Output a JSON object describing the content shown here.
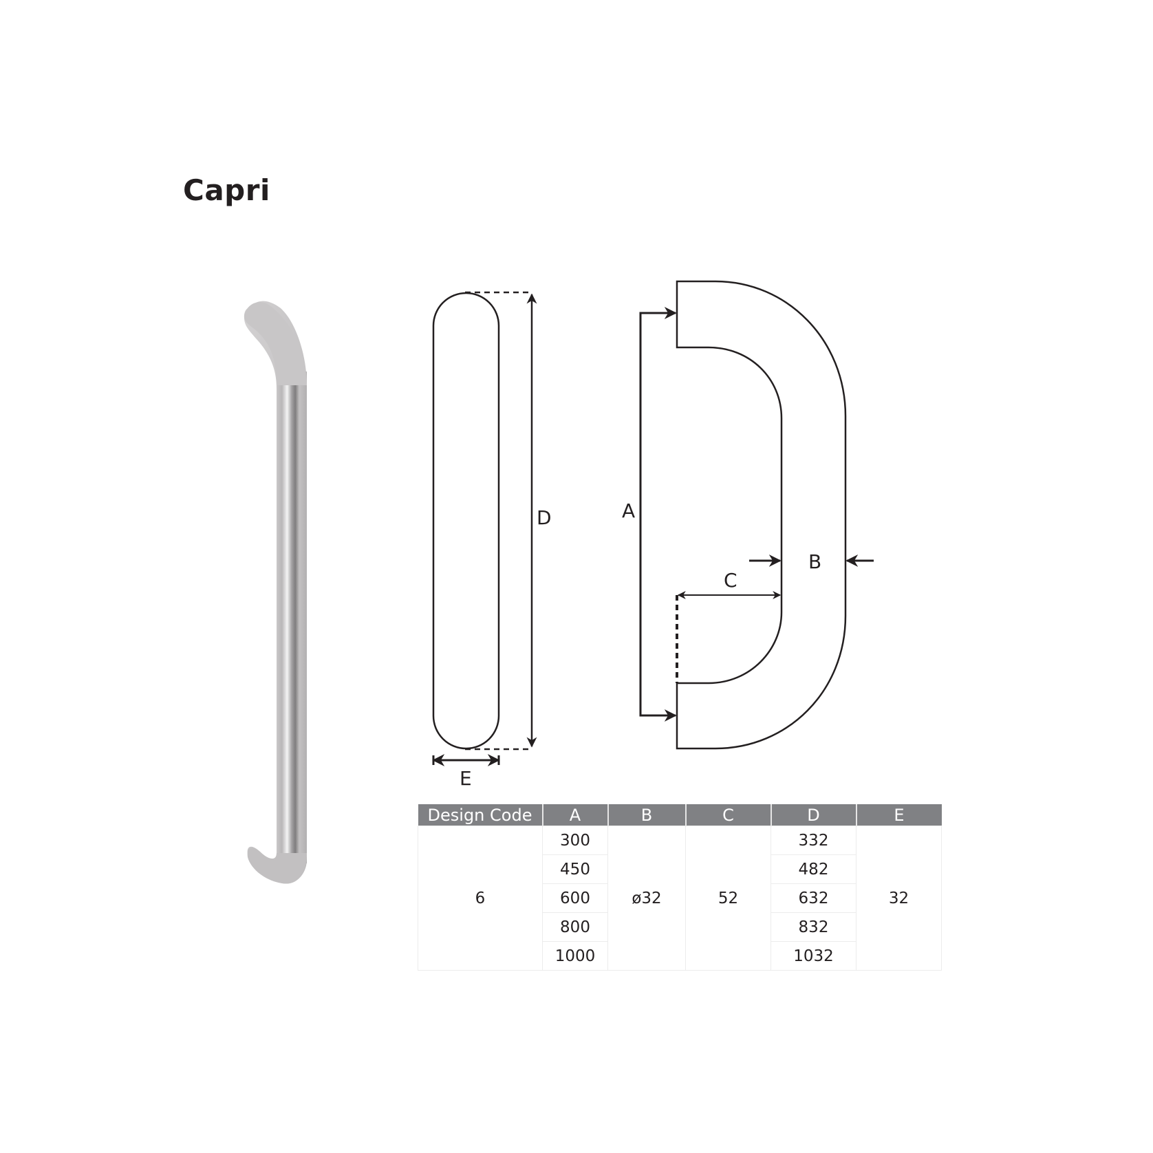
{
  "product": {
    "title": "Capri"
  },
  "diagram": {
    "labels": {
      "A": "A",
      "B": "B",
      "C": "C",
      "D": "D",
      "E": "E"
    },
    "line_color": "#231f20"
  },
  "spec_table": {
    "header_bg": "#808184",
    "headers": [
      "Design Code",
      "A",
      "B",
      "C",
      "D",
      "E"
    ],
    "design_code": "6",
    "A": [
      "300",
      "450",
      "600",
      "800",
      "1000"
    ],
    "B": "ø32",
    "C": "52",
    "D": [
      "332",
      "482",
      "632",
      "832",
      "1032"
    ],
    "E": "32"
  }
}
